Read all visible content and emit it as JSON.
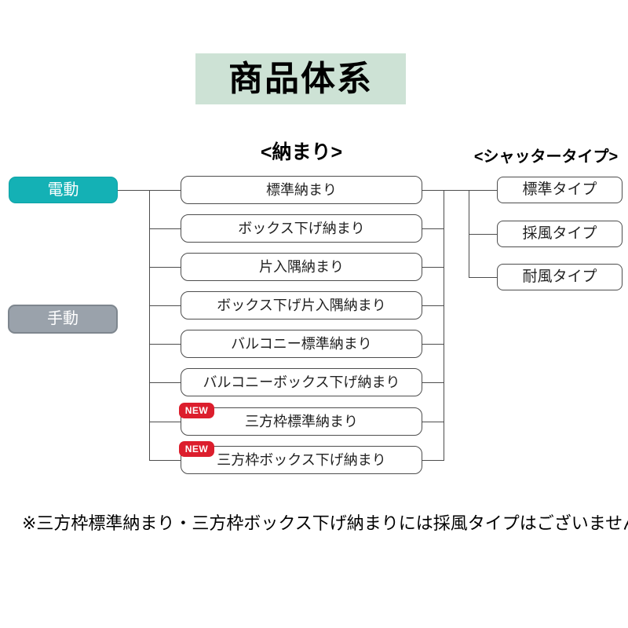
{
  "title": "商品体系",
  "column_headers": {
    "middle": "<納まり>",
    "right": "<シャッタータイプ>"
  },
  "drive_types": [
    {
      "label": "電動",
      "color": "#14b1b5"
    },
    {
      "label": "手動",
      "color": "#9aa2ab"
    }
  ],
  "badge_label": "NEW",
  "installation_boxes": [
    {
      "label": "標準納まり",
      "is_new": false
    },
    {
      "label": "ボックス下げ納まり",
      "is_new": false
    },
    {
      "label": "片入隅納まり",
      "is_new": false
    },
    {
      "label": "ボックス下げ片入隅納まり",
      "is_new": false
    },
    {
      "label": "バルコニー標準納まり",
      "is_new": false
    },
    {
      "label": "バルコニーボックス下げ納まり",
      "is_new": false
    },
    {
      "label": "三方枠標準納まり",
      "is_new": true
    },
    {
      "label": "三方枠ボックス下げ納まり",
      "is_new": true
    }
  ],
  "shutter_type_boxes": [
    "標準タイプ",
    "採風タイプ",
    "耐風タイプ"
  ],
  "footnote": "※三方枠標準納まり・三方枠ボックス下げ納まりには採風タイプはございません。",
  "colors": {
    "title-bg": "#cde2d5",
    "electric": "#14b1b5",
    "electric-border": "#0da2a6",
    "manual": "#9aa2ab",
    "manual-border": "#7e868e",
    "badge": "#dc1e2d",
    "line": "#4d4d4d"
  }
}
